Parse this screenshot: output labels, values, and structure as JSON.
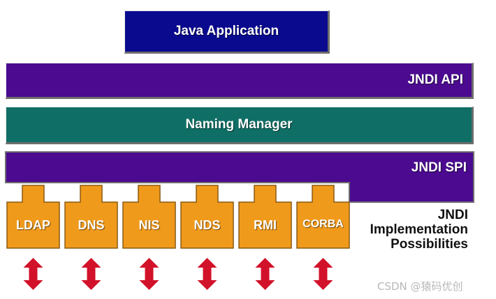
{
  "diagram": {
    "java_app": "Java Application",
    "jndi_api": "JNDI API",
    "naming_manager": "Naming Manager",
    "jndi_spi": "JNDI SPI",
    "implementations": [
      "LDAP",
      "DNS",
      "NIS",
      "NDS",
      "RMI",
      "CORBA"
    ],
    "impl_caption": {
      "line1": "JNDI",
      "line2": "Implementation",
      "line3": "Possibilities"
    }
  },
  "watermark": "CSDN @猿码优创",
  "colors": {
    "java_app": "#0a0a8f",
    "api_spi": "#4b0a8f",
    "naming_manager": "#0f6f66",
    "implementation": "#f09a1c",
    "arrow": "#d2122a"
  }
}
